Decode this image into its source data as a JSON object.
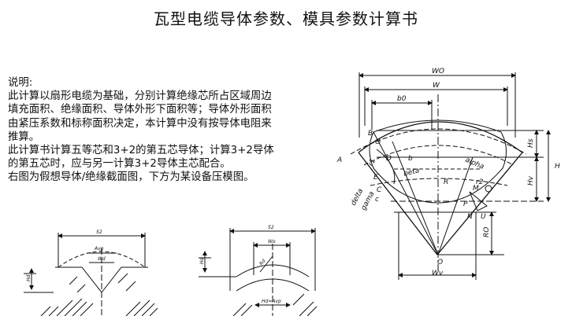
{
  "title": "瓦型电缆导体参数、模具参数计算书",
  "description": {
    "heading": "说明:",
    "lines": [
      "此计算以扇形电缆为基础，分别计算绝缘芯所占区域周边",
      "填充面积、绝缘面积、导体外形下面积等；导体外形面积",
      "由紧压系数和标称面积决定，本计算中没有按导体电阻来",
      "推算。",
      "此计算书计算五等芯和3+2的第五芯导体；计算3+2导体",
      "的第五芯时，应与另一计算3+2导体主芯配合。",
      "右图为假想导体/绝缘截面图，下方为某设备压模图。"
    ]
  },
  "diagram_labels": {
    "WO": "WO",
    "W": "W",
    "b0": "b0",
    "B": "B",
    "A": "A",
    "D": "D",
    "b": "b",
    "beta": "beta",
    "alpha": "alpha",
    "r1": "r1",
    "r2": "r2",
    "delta": "delta",
    "gama": "gama",
    "R": "R",
    "Hs": "Hs",
    "H": "H",
    "Hv": "Hv",
    "RO": "RO",
    "M": "M",
    "N": "N",
    "U": "U",
    "O": "O",
    "Wv": "Wv",
    "C": "C",
    "c_lower": "c",
    "E": "E",
    "P": "P"
  },
  "die_left": {
    "width": "52",
    "label_top": "Avp",
    "label_mid": "Wd",
    "label_side": "Hd"
  },
  "die_right": {
    "width": "52",
    "label_top": "Wo",
    "label_r": "Rd",
    "label_side": "Hd",
    "label_bottom": "Hd=Avp"
  }
}
